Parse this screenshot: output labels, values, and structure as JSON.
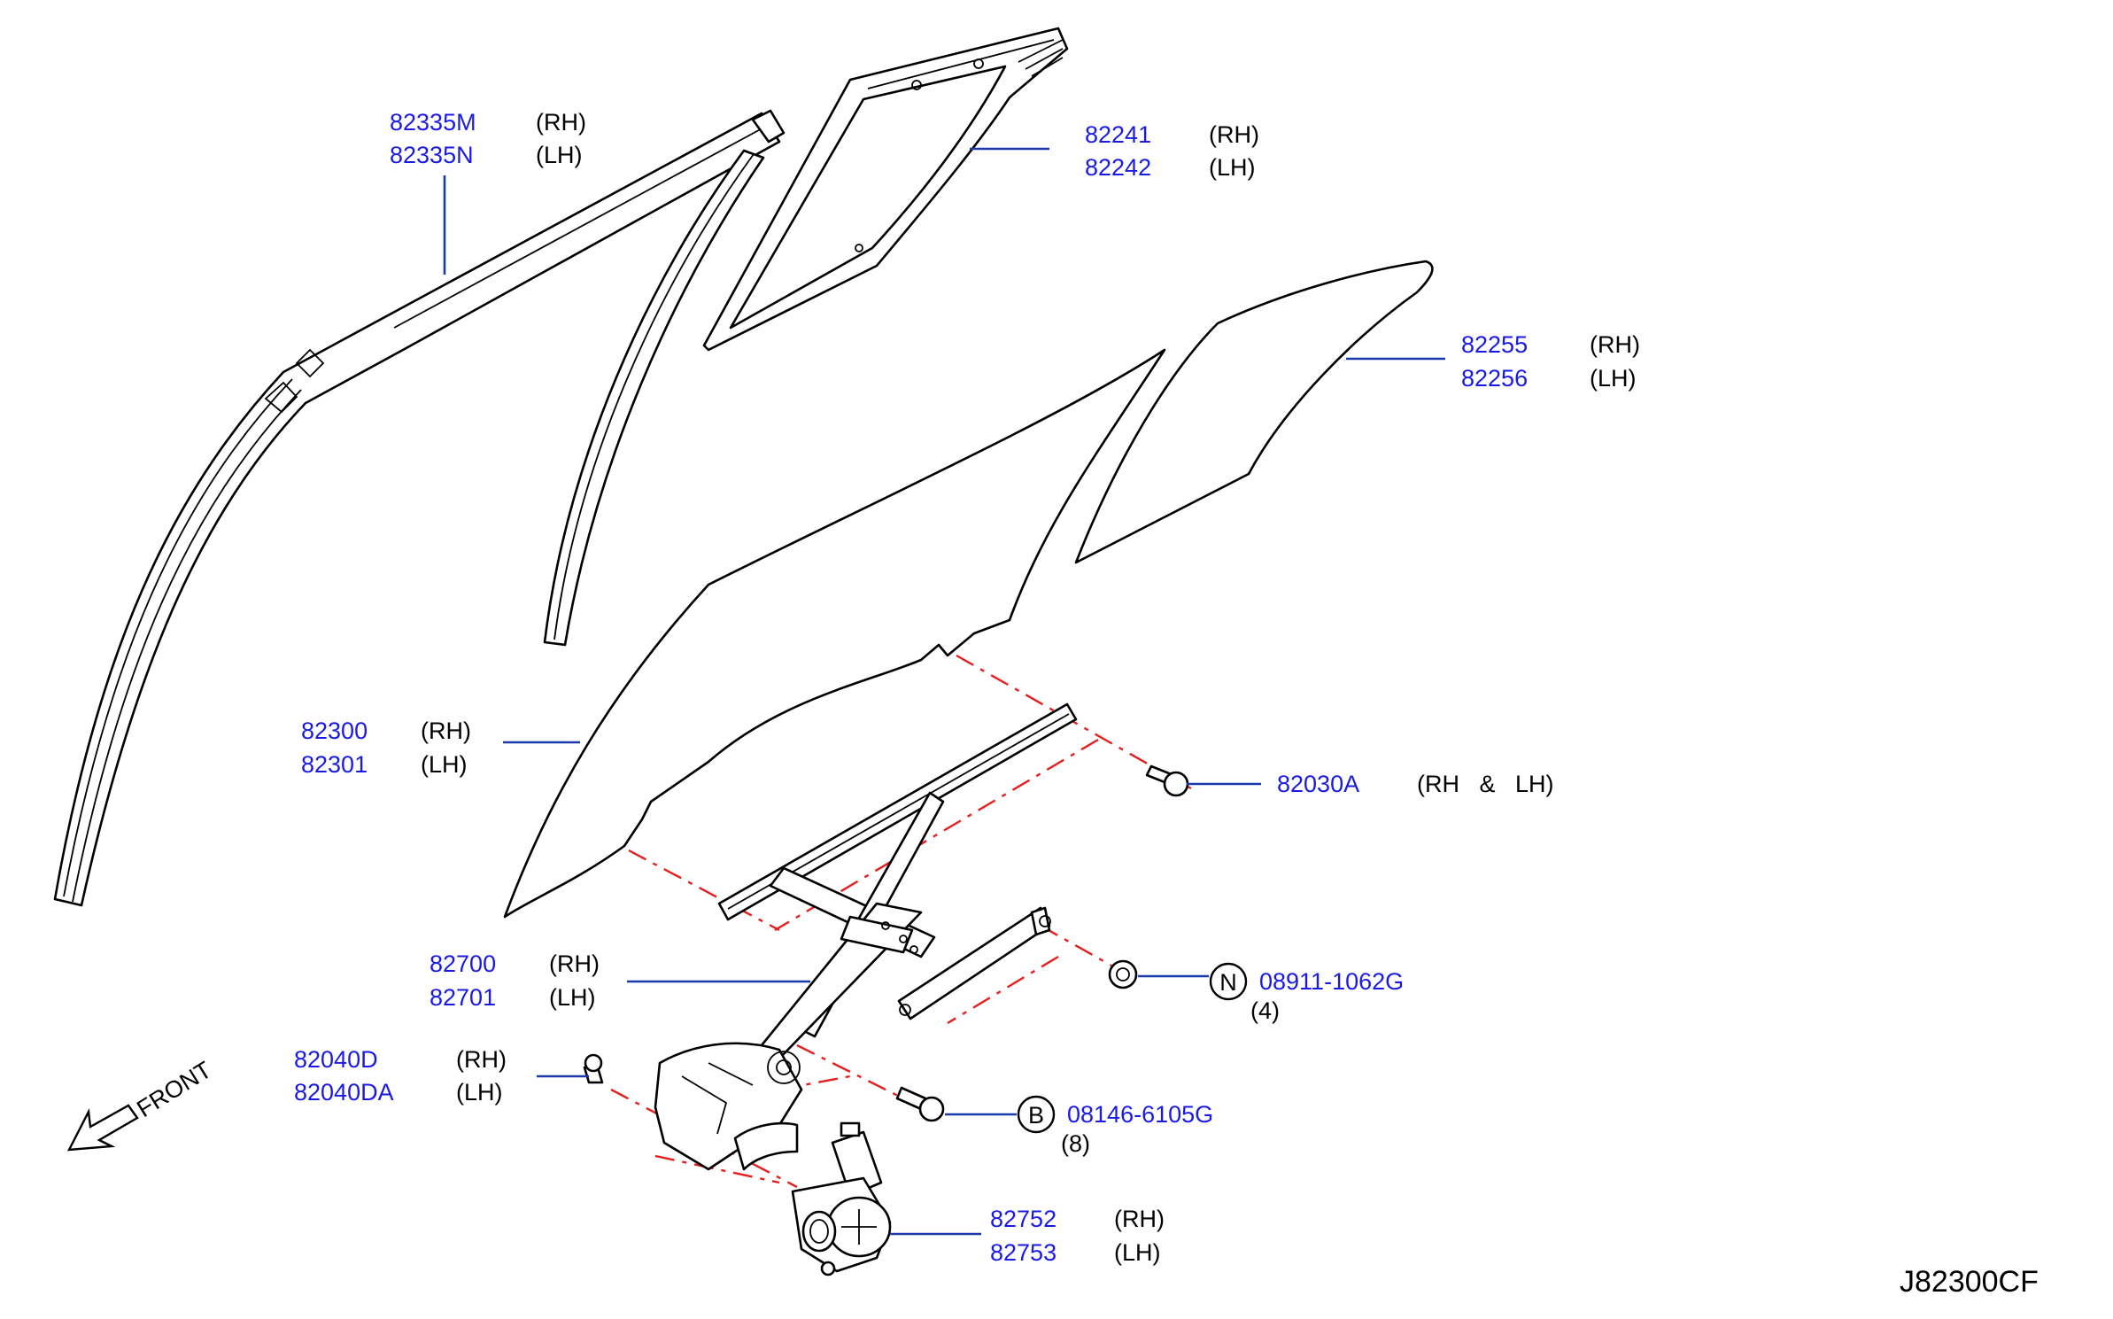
{
  "callouts": [
    {
      "id": "moulding",
      "parts": [
        {
          "number": "82335M",
          "side": "(RH)"
        },
        {
          "number": "82335N",
          "side": "(LH)"
        }
      ]
    },
    {
      "id": "sash",
      "parts": [
        {
          "number": "82241",
          "side": "(RH)"
        },
        {
          "number": "82242",
          "side": "(LH)"
        }
      ]
    },
    {
      "id": "partition-glass",
      "parts": [
        {
          "number": "82255",
          "side": "(RH)"
        },
        {
          "number": "82256",
          "side": "(LH)"
        }
      ]
    },
    {
      "id": "door-glass",
      "parts": [
        {
          "number": "82300",
          "side": "(RH)"
        },
        {
          "number": "82301",
          "side": "(LH)"
        }
      ]
    },
    {
      "id": "glass-bolt",
      "parts": [
        {
          "number": "82030A",
          "side": "(RH   &   LH)"
        }
      ]
    },
    {
      "id": "regulator",
      "parts": [
        {
          "number": "82700",
          "side": "(RH)"
        },
        {
          "number": "82701",
          "side": "(LH)"
        }
      ]
    },
    {
      "id": "regulator-bolt",
      "parts": [
        {
          "number": "82040D",
          "side": "(RH)"
        },
        {
          "number": "82040DA",
          "side": "(LH)"
        }
      ]
    },
    {
      "id": "motor",
      "parts": [
        {
          "number": "82752",
          "side": "(RH)"
        },
        {
          "number": "82753",
          "side": "(LH)"
        }
      ]
    }
  ],
  "fasteners": [
    {
      "id": "nut",
      "badge": "N",
      "number": "08911-1062G",
      "qty": "(4)"
    },
    {
      "id": "bolt",
      "badge": "B",
      "number": "08146-6105G",
      "qty": "(8)"
    }
  ],
  "front_label": "FRONT",
  "diagram_code": "J82300CF",
  "colors": {
    "part_number": "#1a1ae6",
    "leader": "#1a3aa8",
    "mount_line": "#e61e1e"
  }
}
